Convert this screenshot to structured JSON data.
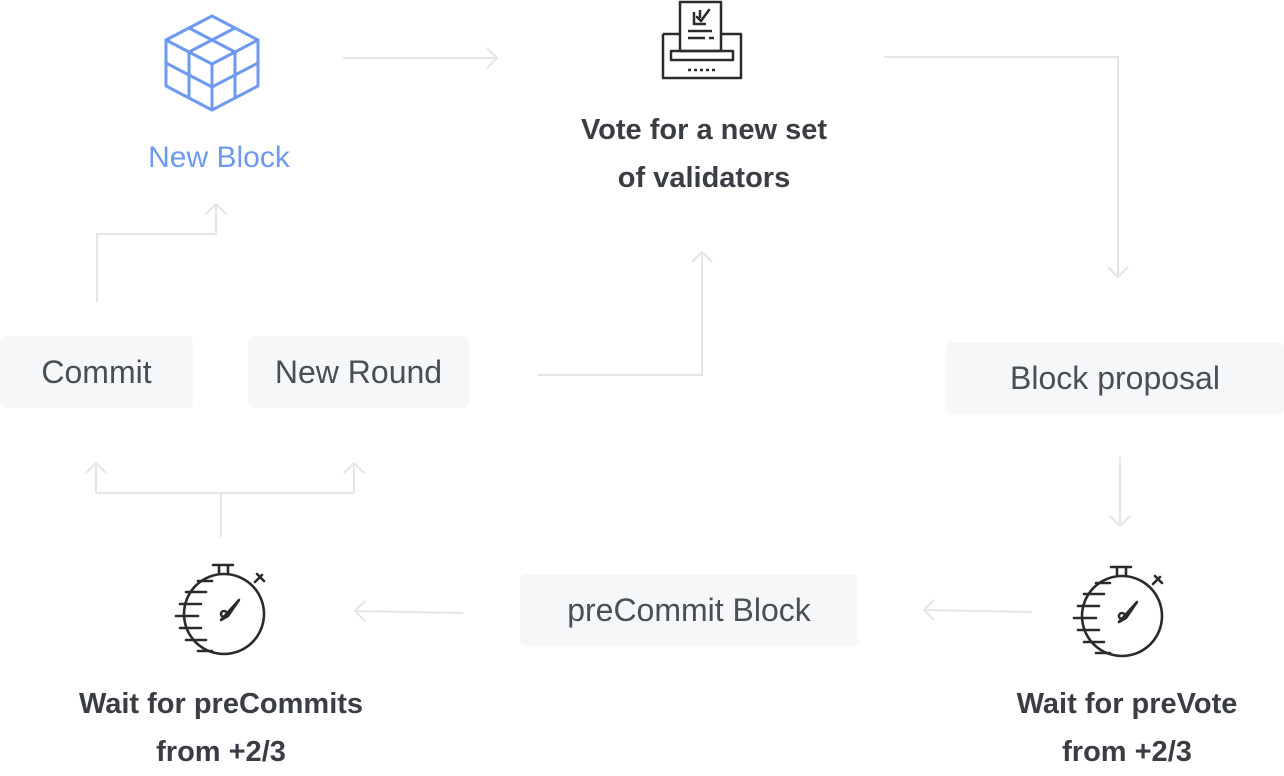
{
  "nodes": {
    "new_block": "New Block",
    "vote": [
      "Vote for a new set",
      "of validators"
    ],
    "commit": "Commit",
    "new_round": "New Round",
    "block_proposal": "Block proposal",
    "precommit_block": "preCommit Block",
    "wait_precommits": [
      "Wait for preCommits",
      "from +2/3"
    ],
    "wait_prevote": [
      "Wait for preVote",
      "from +2/3"
    ]
  },
  "colors": {
    "accent": "#6d9af0",
    "connector": "#e3e5e8",
    "box_bg": "#f6f7f9",
    "text": "#3a3d44",
    "icon": "#2b2b2b"
  },
  "icons": [
    "cube-icon",
    "ballot-box-icon",
    "stopwatch-icon"
  ]
}
